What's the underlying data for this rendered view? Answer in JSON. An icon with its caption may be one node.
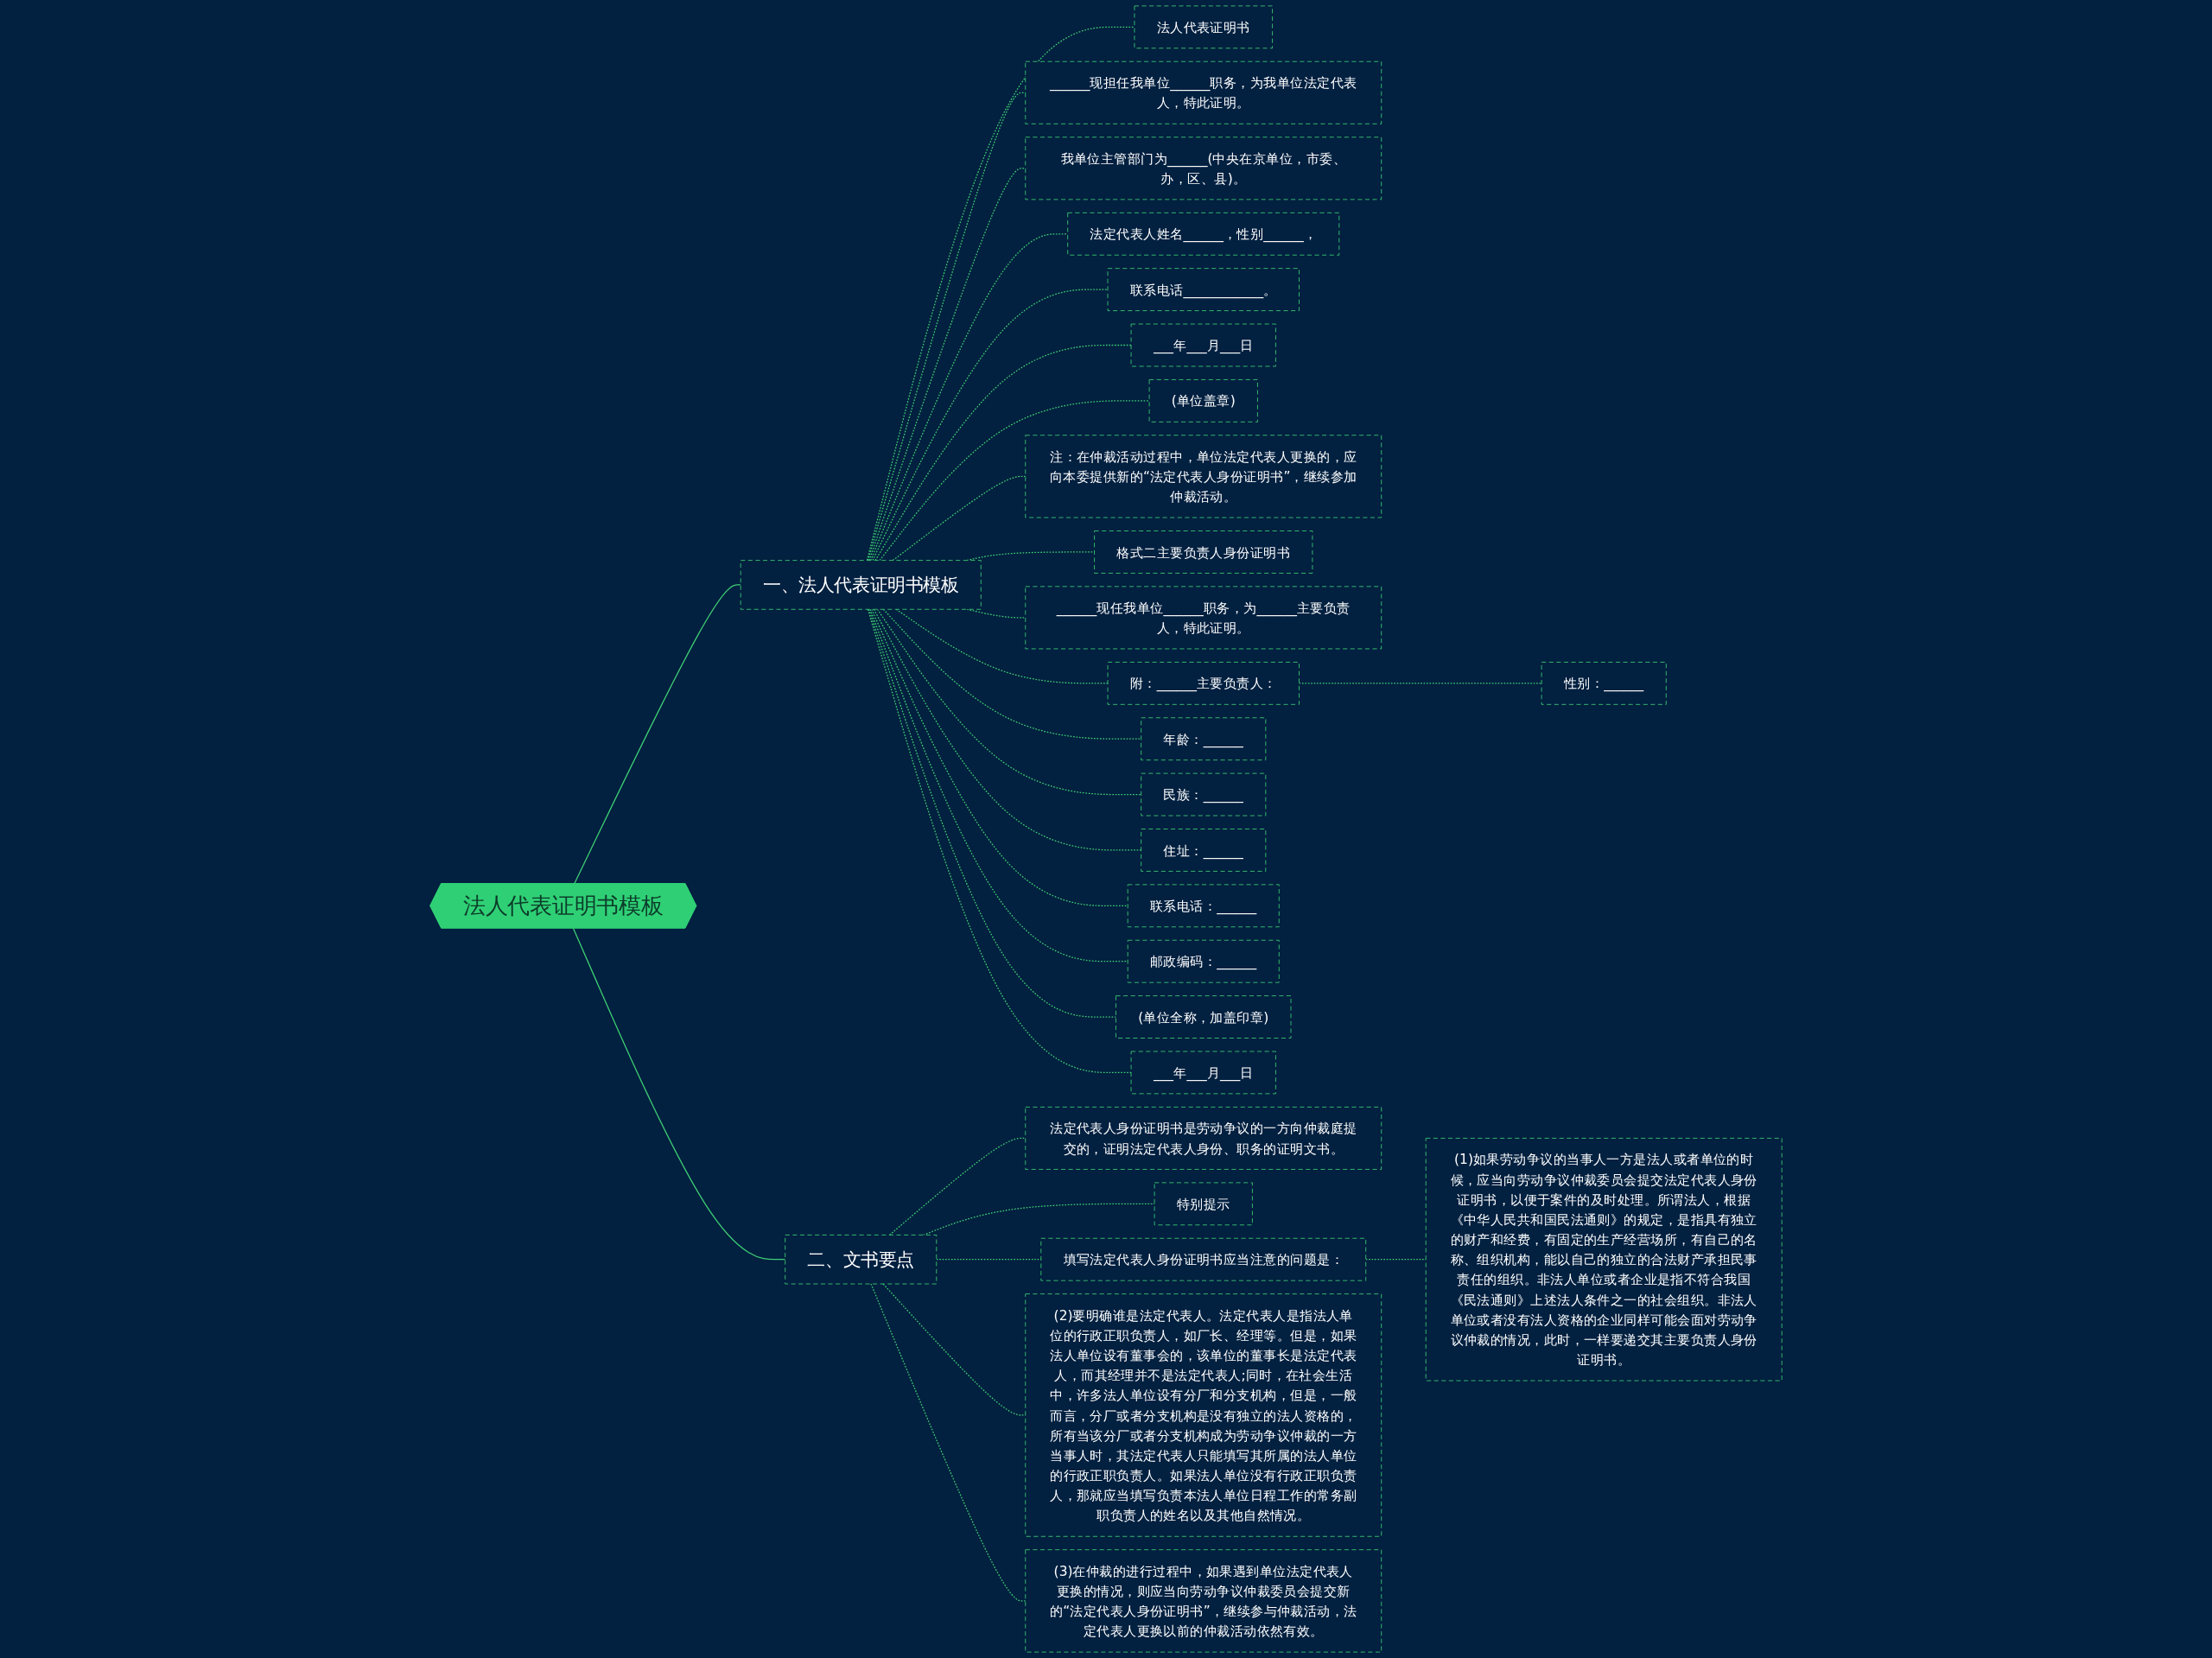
{
  "diagram": {
    "nodes": [
      {
        "text": [
          "法人代表证明书模板"
        ]
      },
      {
        "text": [
          "一、法人代表证明书模板"
        ]
      },
      {
        "text": [
          "法人代表证明书"
        ]
      },
      {
        "text": [
          "______现担任我单位______职务，为我单位法定代表人，特此证明。"
        ]
      },
      {
        "text": [
          "我单位主管部门为______(中央在京单位，市委、办，区、县)。"
        ]
      },
      {
        "text": [
          "法定代表人姓名______，性别______，"
        ]
      },
      {
        "text": [
          "联系电话____________。"
        ]
      },
      {
        "text": [
          "___年___月___日"
        ]
      },
      {
        "text": [
          "(单位盖章)"
        ]
      },
      {
        "text": [
          "注：在仲裁活动过程中，单位法定代表人更换的，应向本委提供新的“法定代表人身份证明书”，继续参加仲裁活动。"
        ]
      },
      {
        "text": [
          "格式二主要负责人身份证明书"
        ]
      },
      {
        "text": [
          "______现任我单位______职务，为______主要负责人，特此证明。"
        ]
      },
      {
        "text": [
          "附：______主要负责人："
        ]
      },
      {
        "text": [
          "性别：______"
        ]
      },
      {
        "text": [
          "年龄：______"
        ]
      },
      {
        "text": [
          "民族：______"
        ]
      },
      {
        "text": [
          "住址：______"
        ]
      },
      {
        "text": [
          "联系电话：______"
        ]
      },
      {
        "text": [
          "邮政编码：______"
        ]
      },
      {
        "text": [
          "(单位全称，加盖印章)"
        ]
      },
      {
        "text": [
          "___年___月___日"
        ]
      },
      {
        "text": [
          "二、文书要点"
        ]
      },
      {
        "text": [
          "法定代表人身份证明书是劳动争议的一方向仲裁庭提交的，证明法定代表人身份、职务的证明文书。"
        ]
      },
      {
        "text": [
          "特别提示"
        ]
      },
      {
        "text": [
          "填写法定代表人身份证明书应当注意的问题是："
        ]
      },
      {
        "text": [
          "(1)如果劳动争议的当事人一方是法人或者单位的时候，应当向劳动争议仲裁委员会提交法定代表人身份证明书，以便于案件的及时处理。所谓法人，根据《中华人民共和国民法通则》的规定，是指具有独立的财产和经费，有固定的生产经营场所，有自己的名称、组织机构，能以自己的独立的合法财产承担民事责任的组织。非法人单位或者企业是指不符合我国《民法通则》上述法人条件之一的社会组织。非法人单位或者没有法人资格的企业同样可能会面对劳动争议仲裁的情况，此时，一样要递交其主要负责人身份证明书。"
        ]
      },
      {
        "text": [
          "(2)要明确谁是法定代表人。法定代表人是指法人单位的行政正职负责人，如厂长、经理等。但是，如果法人单位设有董事会的，该单位的董事长是法定代表人，而其经理并不是法定代表人;同时，在社会生活中，许多法人单位设有分厂和分支机构，但是，一般而言，分厂或者分支机构是没有独立的法人资格的，所有当该分厂或者分支机构成为劳动争议仲裁的一方当事人时，其法定代表人只能填写其所属的法人单位的行政正职负责人。如果法人单位没有行政正职负责人，那就应当填写负责本法人单位日程工作的常务副职负责人的姓名以及其他自然情况。"
        ]
      },
      {
        "text": [
          "(3)在仲裁的进行过程中，如果遇到单位法定代表人更换的情况，则应当向劳动争议仲裁委员会提交新的“法定代表人身份证明书”，继续参与仲裁活动，法定代表人更换以前的仲裁活动依然有效。"
        ]
      }
    ],
    "edges": [
      {
        "from": 0,
        "to": 1,
        "arrow": "none"
      },
      {
        "from": 1,
        "to": 2,
        "arrow": "none",
        "style": "dashed"
      },
      {
        "from": 1,
        "to": 3,
        "arrow": "none",
        "style": "dashed"
      },
      {
        "from": 1,
        "to": 4,
        "arrow": "none",
        "style": "dashed"
      },
      {
        "from": 1,
        "to": 5,
        "arrow": "none",
        "style": "dashed"
      },
      {
        "from": 1,
        "to": 6,
        "arrow": "none",
        "style": "dashed"
      },
      {
        "from": 1,
        "to": 7,
        "arrow": "none",
        "style": "dashed"
      },
      {
        "from": 1,
        "to": 8,
        "arrow": "none",
        "style": "dashed"
      },
      {
        "from": 1,
        "to": 9,
        "arrow": "none",
        "style": "dashed"
      },
      {
        "from": 1,
        "to": 10,
        "arrow": "none",
        "style": "dashed"
      },
      {
        "from": 1,
        "to": 11,
        "arrow": "none",
        "style": "dashed"
      },
      {
        "from": 1,
        "to": 12,
        "arrow": "none",
        "style": "dashed"
      },
      {
        "from": 12,
        "to": 13,
        "arrow": "none",
        "style": "dashed"
      },
      {
        "from": 1,
        "to": 14,
        "arrow": "none",
        "style": "dashed"
      },
      {
        "from": 1,
        "to": 15,
        "arrow": "none",
        "style": "dashed"
      },
      {
        "from": 1,
        "to": 16,
        "arrow": "none",
        "style": "dashed"
      },
      {
        "from": 1,
        "to": 17,
        "arrow": "none",
        "style": "dashed"
      },
      {
        "from": 1,
        "to": 18,
        "arrow": "none",
        "style": "dashed"
      },
      {
        "from": 1,
        "to": 19,
        "arrow": "none",
        "style": "dashed"
      },
      {
        "from": 1,
        "to": 20,
        "arrow": "none",
        "style": "dashed"
      },
      {
        "from": 0,
        "to": 21,
        "arrow": "none"
      },
      {
        "from": 21,
        "to": 22,
        "arrow": "none",
        "style": "dashed"
      },
      {
        "from": 21,
        "to": 23,
        "arrow": "none",
        "style": "dashed"
      },
      {
        "from": 21,
        "to": 24,
        "arrow": "none",
        "style": "dashed"
      },
      {
        "from": 24,
        "to": 25,
        "arrow": "none",
        "style": "dashed"
      },
      {
        "from": 21,
        "to": 26,
        "arrow": "none",
        "style": "dashed"
      },
      {
        "from": 21,
        "to": 27,
        "arrow": "none",
        "style": "dashed"
      }
    ]
  }
}
